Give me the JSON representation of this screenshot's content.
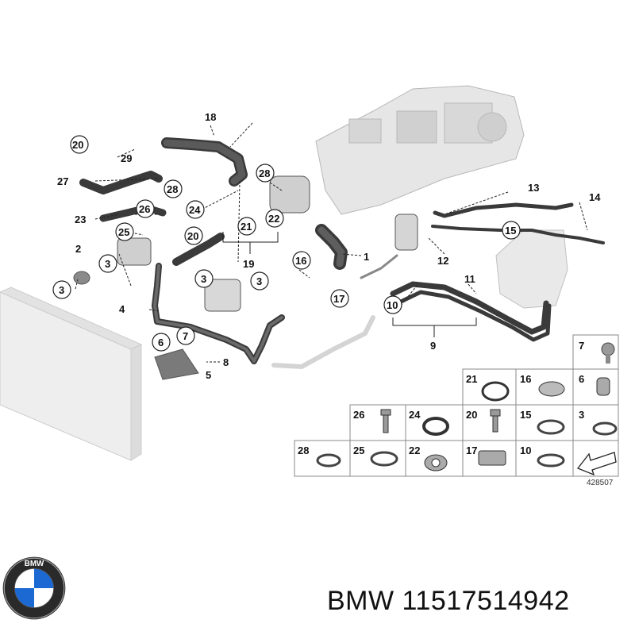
{
  "diagram": {
    "labels": {
      "p1": "1",
      "p2": "2",
      "p3a": "3",
      "p3b": "3",
      "p3c": "3",
      "p3d": "3",
      "p4": "4",
      "p5": "5",
      "p6": "6",
      "p7": "7",
      "p8": "8",
      "p9": "9",
      "p10": "10",
      "p11": "11",
      "p12": "12",
      "p13": "13",
      "p14": "14",
      "p15": "15",
      "p16": "16",
      "p17": "17",
      "p18": "18",
      "p19": "19",
      "p20a": "20",
      "p20b": "20",
      "p21": "21",
      "p22": "22",
      "p23": "23",
      "p24": "24",
      "p25": "25",
      "p26": "26",
      "p27": "27",
      "p28a": "28",
      "p28b": "28",
      "p29": "29"
    },
    "legend": {
      "r1": [
        "7"
      ],
      "r2": [
        "21",
        "16",
        "6"
      ],
      "r3": [
        "26",
        "24",
        "20",
        "15",
        "3"
      ],
      "r4": [
        "28",
        "25",
        "22",
        "17",
        "10"
      ]
    },
    "reference_number": "428507"
  },
  "footer": {
    "brand_logo_text": "BMW",
    "caption": "BMW 11517514942"
  }
}
